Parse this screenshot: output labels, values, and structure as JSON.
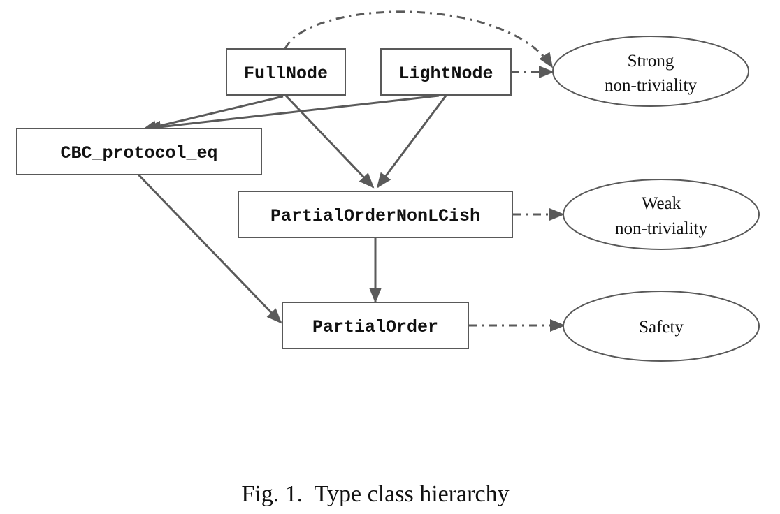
{
  "nodes": {
    "fullnode": "FullNode",
    "lightnode": "LightNode",
    "cbc": "CBC_protocol_eq",
    "ponlc": "PartialOrderNonLCish",
    "po": "PartialOrder",
    "strong": [
      "Strong",
      "non-triviality"
    ],
    "weak": [
      "Weak",
      "non-triviality"
    ],
    "safety": "Safety"
  },
  "caption": "Fig. 1.  Type class hierarchy",
  "colors": {
    "edge": "#5a5a5a",
    "border": "#595959"
  }
}
